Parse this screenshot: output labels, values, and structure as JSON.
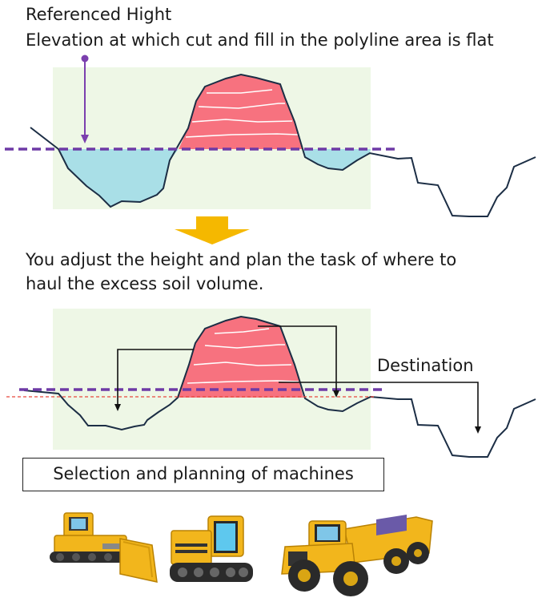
{
  "texts": {
    "title_line_1": "Referenced Hight",
    "title_line_2": "Elevation at which cut and fill in the polyline area is flat",
    "step_line_1": "You adjust the height and plan the task of where to",
    "step_line_2": "haul the excess soil volume.",
    "destination": "Destination",
    "machines": "Selection and planning of machines"
  },
  "colors": {
    "area_bg": "#eef7e6",
    "cut": "#f7727f",
    "fill": "#a9dfe7",
    "terrain": "#1c2e45",
    "reference": "#6e3aa6",
    "adjusted": "#e8473c",
    "arrow": "#f5b800",
    "machine": "#f2b61c"
  },
  "icons": [
    "purple-pin-arrow-icon",
    "down-arrow-icon",
    "bulldozer-icon",
    "tracked-carrier-icon",
    "dump-truck-icon"
  ]
}
